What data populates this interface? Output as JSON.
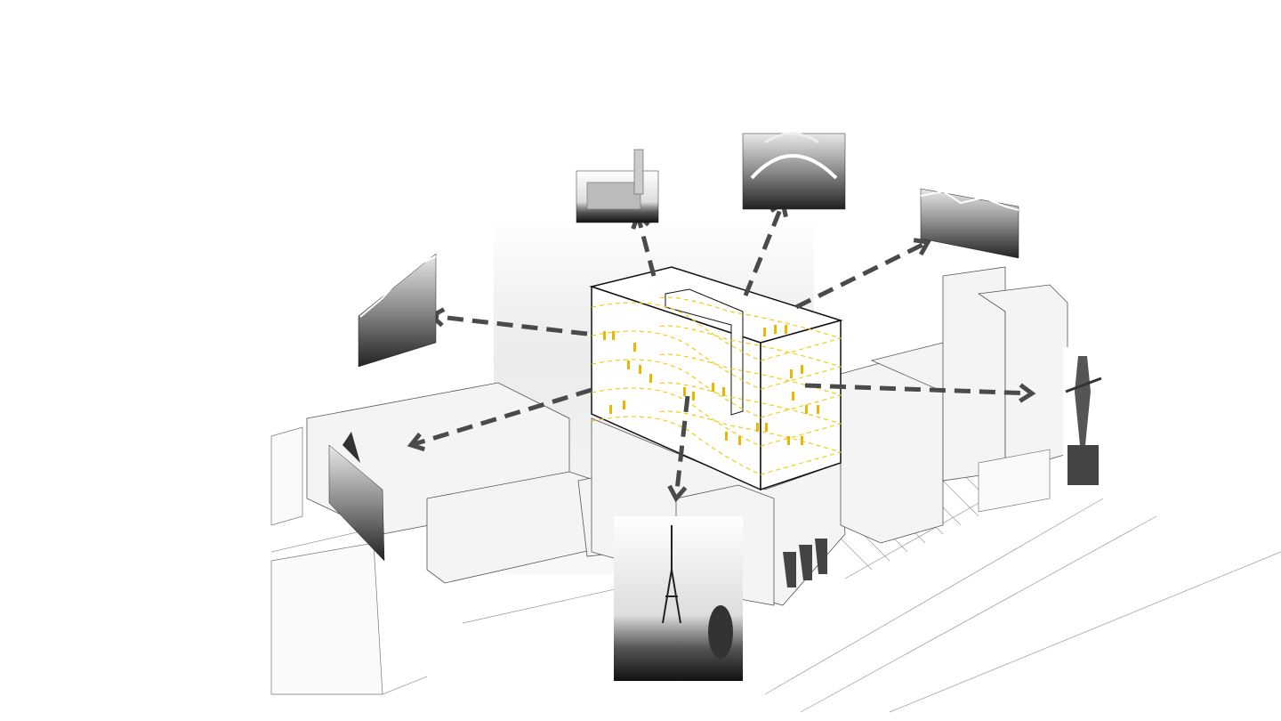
{
  "diagram": {
    "colors": {
      "arrow": "#4a4a4a",
      "floor_lines": "#f2c800",
      "people": "#e8b800",
      "box_outline": "#111111",
      "context_buildings": "#f4f4f4"
    },
    "views": [
      {
        "id": "grain-silo",
        "icon": "photo-icon"
      },
      {
        "id": "airport",
        "icon": "photo-icon"
      },
      {
        "id": "mountain-panorama-east",
        "icon": "photo-icon"
      },
      {
        "id": "mountain-panorama-west",
        "icon": "photo-icon"
      },
      {
        "id": "church",
        "icon": "photo-icon"
      },
      {
        "id": "tv-tower",
        "icon": "photo-icon"
      },
      {
        "id": "mother-statue",
        "icon": "photo-icon"
      }
    ]
  }
}
